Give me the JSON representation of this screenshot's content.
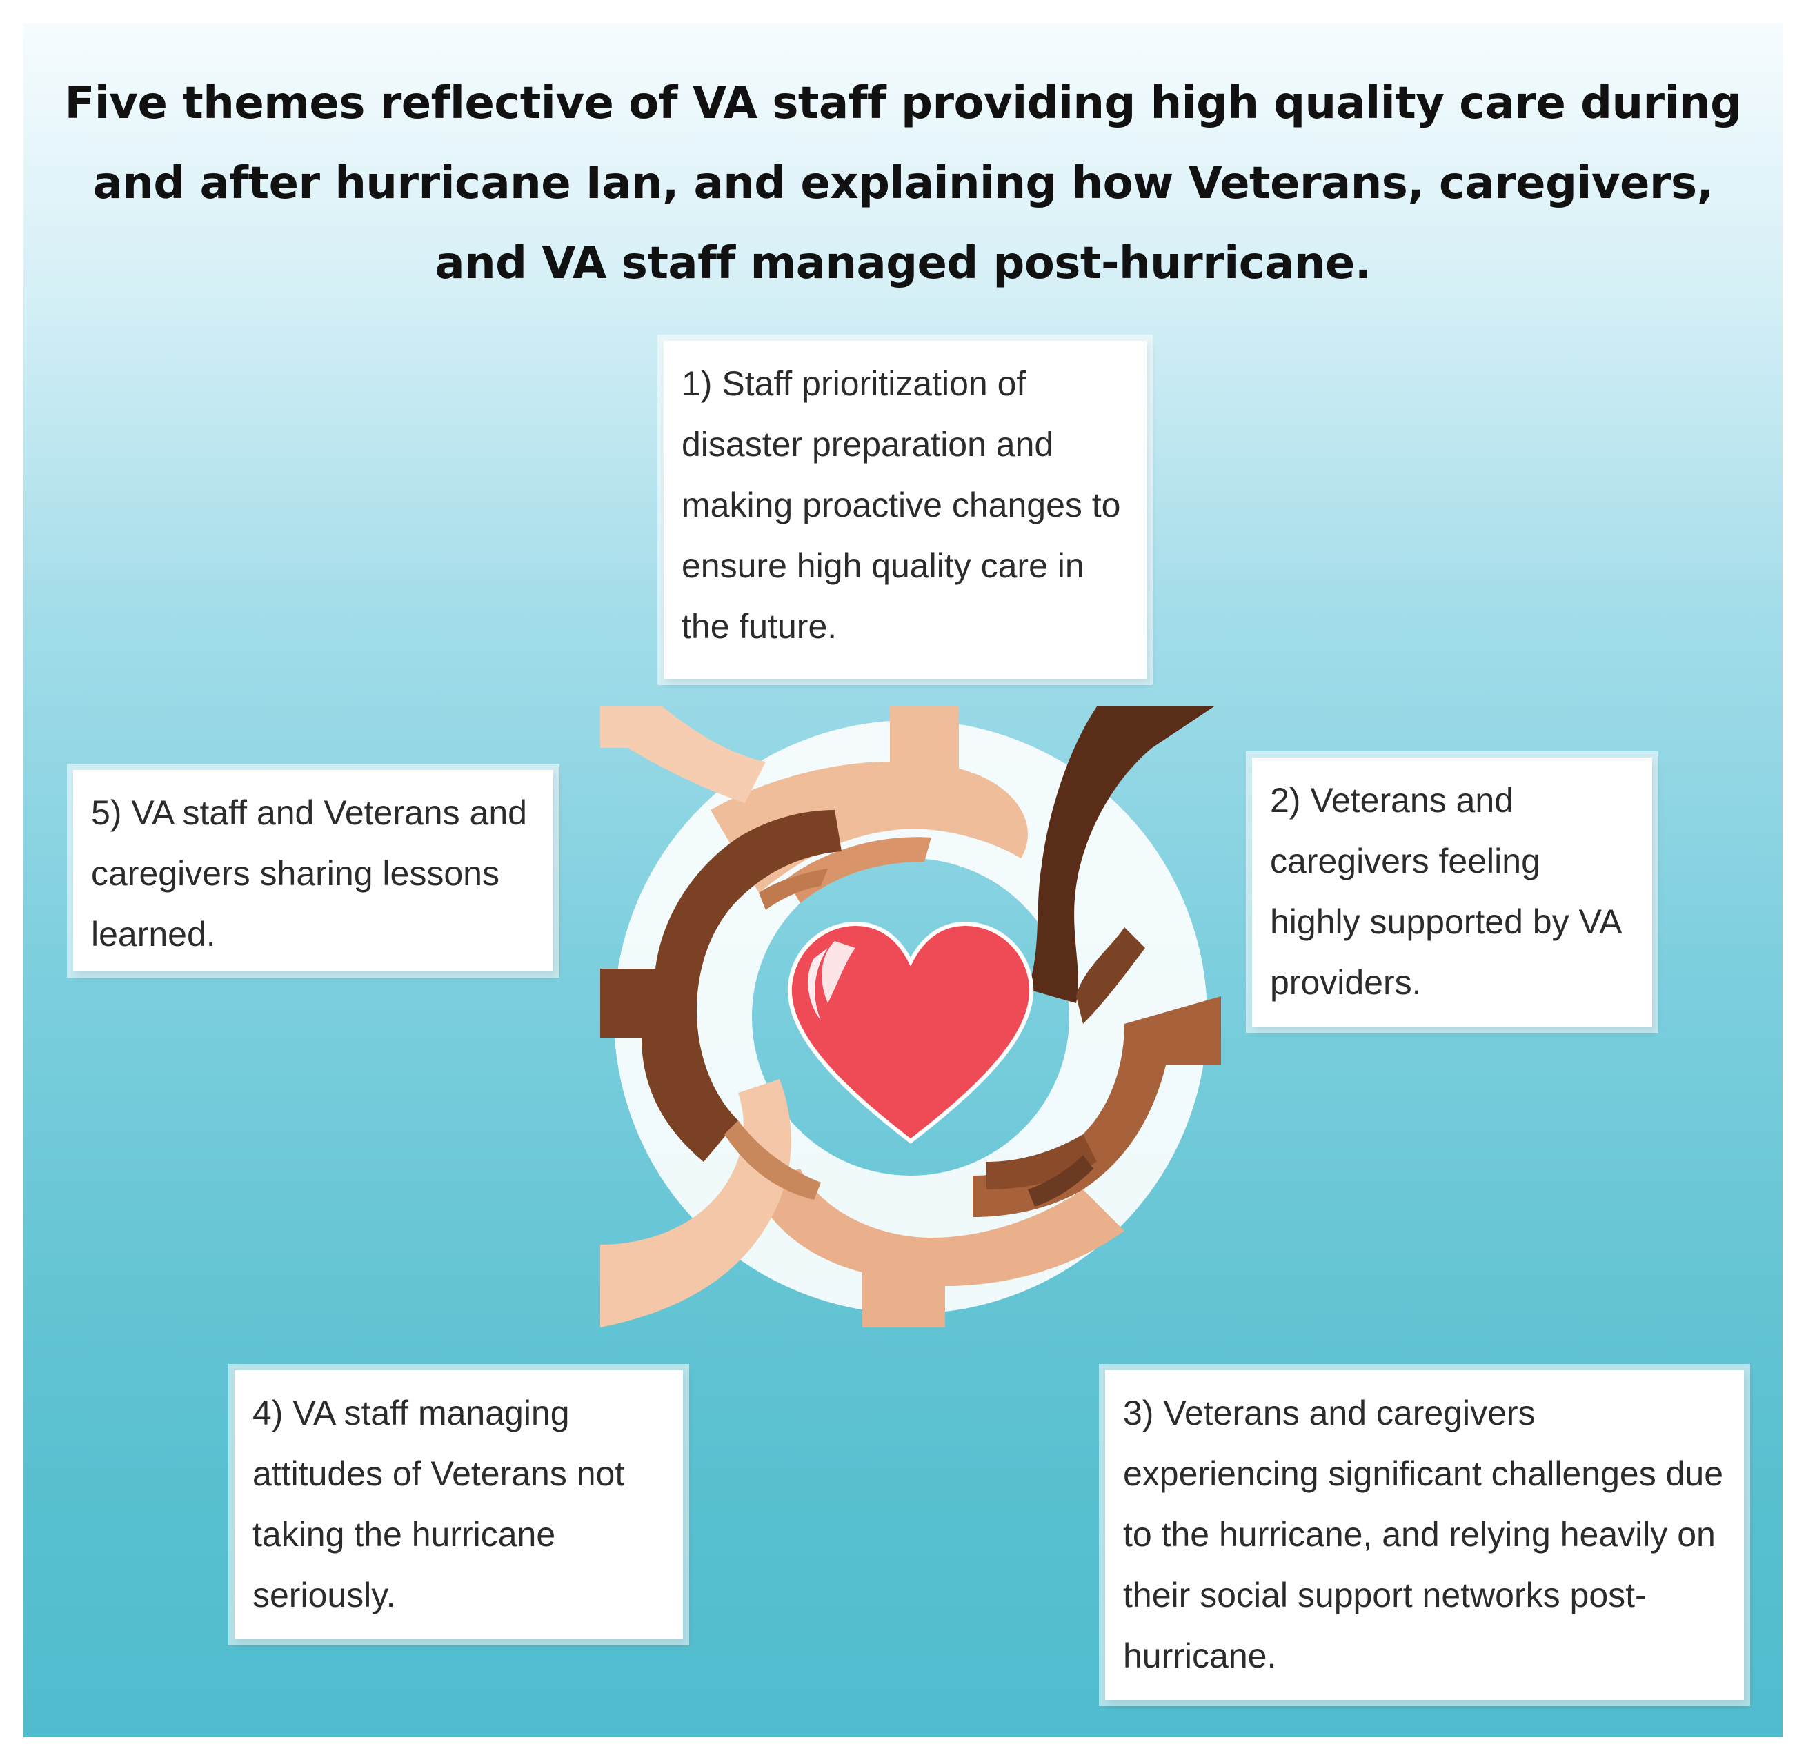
{
  "title": "Five themes reflective of VA staff providing high quality care during and after hurricane Ian, and explaining how Veterans, caregivers, and VA staff managed post-hurricane.",
  "themes": [
    {
      "id": 1,
      "text": "1) Staff prioritization of disaster preparation and making proactive changes to ensure high quality care in the future."
    },
    {
      "id": 2,
      "text": "2) Veterans and caregivers feeling highly supported by VA providers."
    },
    {
      "id": 3,
      "text": "3) Veterans and caregivers experiencing significant challenges due to the hurricane, and relying heavily on their social support networks post-hurricane."
    },
    {
      "id": 4,
      "text": "4) VA staff managing attitudes of Veterans not taking the hurricane seriously."
    },
    {
      "id": 5,
      "text": "5) VA staff and Veterans and caregivers sharing lessons learned."
    }
  ],
  "colors": {
    "gradient_top": "#f6fcfe",
    "gradient_bottom": "#4fbccd",
    "heart": "#ef4b57",
    "skin_light": "#f2c2a0",
    "skin_mid": "#c9875c",
    "skin_dark": "#6b3a22"
  },
  "illustration": {
    "icons": [
      "heart-icon",
      "hands-circle-illustration"
    ]
  }
}
